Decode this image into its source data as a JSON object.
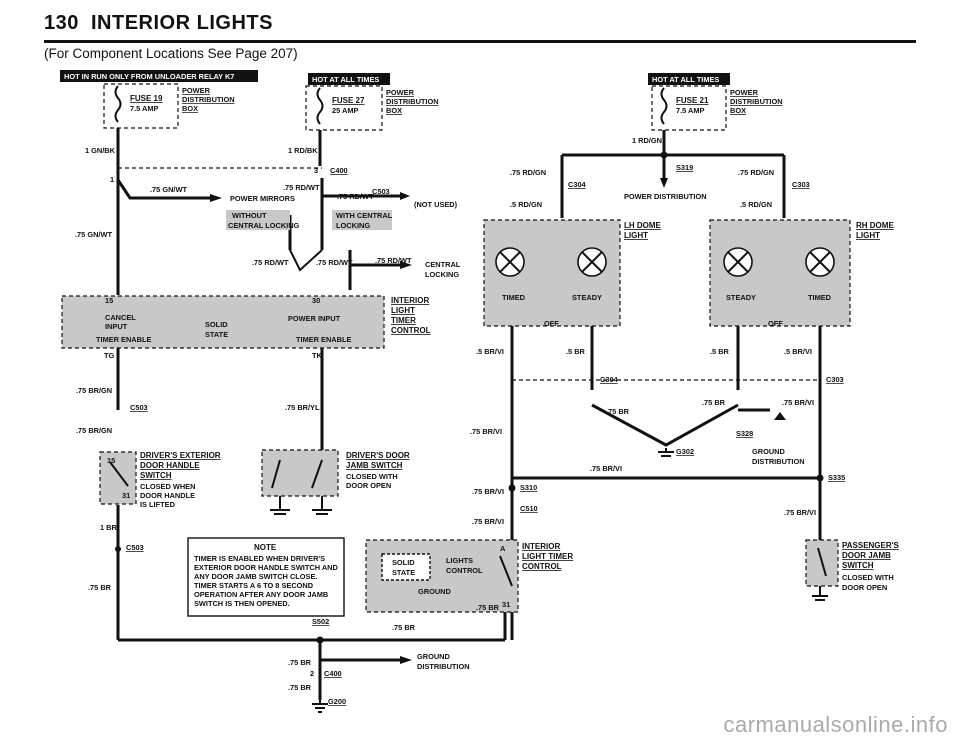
{
  "page": {
    "number": "130",
    "title": "INTERIOR LIGHTS",
    "subtitle": "(For Component Locations See Page 207)",
    "watermark": "carmanualsonline.info"
  },
  "banners": {
    "relay": "HOT IN RUN ONLY FROM UNLOADER RELAY K7",
    "hot1": "HOT AT ALL TIMES",
    "hot2": "HOT AT ALL TIMES"
  },
  "fuses": {
    "f19": {
      "name": "FUSE 19",
      "amp": "7.5 AMP"
    },
    "f27": {
      "name": "FUSE 27",
      "amp": "25 AMP"
    },
    "f21": {
      "name": "FUSE 21",
      "amp": "7.5 AMP"
    },
    "box_label": [
      "POWER",
      "DISTRIBUTION",
      "BOX"
    ]
  },
  "wires": {
    "w1": "1 GN/BK",
    "w2": "1 RD/BK",
    "w3": ".75 GN/WT",
    "w4": ".75 RD/WT",
    "w5": ".75 RD/WT",
    "w6": ".75 GN/WT",
    "w7": ".75 RD/WT",
    "w8": ".75 RD/WT",
    "w9": ".75 RD/WT",
    "w10": ".75 BR/GN",
    "w11": ".75 BR/GN",
    "w12": ".75 BR/YL",
    "w13": "1 BR",
    "w14": ".75 BR",
    "w15": ".75 BR",
    "w16": ".75 BR",
    "w17": ".75 BR",
    "w18": "1 RD/GN",
    "w19": ".75 RD/GN",
    "w20": ".75 RD/GN",
    "w21": ".5 RD/GN",
    "w22": ".5 RD/GN",
    "w23": ".5 BR/VI",
    "w24": ".5 BR",
    "w25": ".5 BR",
    "w26": ".5 BR/VI",
    "w27": ".75 BR",
    "w28": ".75 BR",
    "w29": ".75 BR/VI",
    "w30": ".75 BR/VI",
    "w31": ".75 BR/VI",
    "w32": ".75 BR/VI",
    "w33": ".75 BR/VI",
    "w34": ".75 BR/VI",
    "w35": ".75 BR"
  },
  "connectors": {
    "c400": "C400",
    "c503a": "C503",
    "c503b": "C503",
    "c503c": "C503",
    "c304a": "C304",
    "c304b": "C304",
    "c303a": "C303",
    "c303b": "C303",
    "c510": "C510",
    "c400b": "C400",
    "s319": "S319",
    "s328": "S328",
    "s310": "S310",
    "s335": "S335",
    "s502": "S502",
    "g302": "G302",
    "g200": "G200"
  },
  "labels": {
    "power_mirrors": "POWER MIRRORS",
    "not_used": "(NOT USED)",
    "without_cl": [
      "WITHOUT",
      "CENTRAL LOCKING"
    ],
    "with_cl": [
      "WITH CENTRAL",
      "LOCKING"
    ],
    "central_locking": [
      "CENTRAL",
      "LOCKING"
    ],
    "power_distribution": "POWER DISTRIBUTION",
    "ground_distribution": [
      "GROUND",
      "DISTRIBUTION"
    ],
    "ground_distribution2": [
      "GROUND",
      "DISTRIBUTION"
    ],
    "pin3": "3",
    "pin1": "1",
    "pin2": "2"
  },
  "timer_module": {
    "pin15": "15",
    "pin30": "30",
    "cancel_input": [
      "CANCEL",
      "INPUT"
    ],
    "solid_state": [
      "SOLID",
      "STATE"
    ],
    "power_input": "POWER INPUT",
    "timer_enable_l": "TIMER ENABLE",
    "timer_enable_r": "TIMER ENABLE",
    "tg": "TG",
    "tk": "TK",
    "name": [
      "INTERIOR",
      "LIGHT",
      "TIMER",
      "CONTROL"
    ]
  },
  "switches": {
    "driver_ext": [
      "DRIVER'S EXTERIOR",
      "DOOR HANDLE",
      "SWITCH"
    ],
    "driver_ext_note": [
      "CLOSED WHEN",
      "DOOR HANDLE",
      "IS LIFTED"
    ],
    "driver_ext_pins": [
      "15",
      "31"
    ],
    "driver_jamb": [
      "DRIVER'S DOOR",
      "JAMB SWITCH"
    ],
    "driver_jamb_note": [
      "CLOSED WITH",
      "DOOR OPEN"
    ],
    "pass_jamb": [
      "PASSENGER'S",
      "DOOR JAMB",
      "SWITCH"
    ],
    "pass_jamb_note": [
      "CLOSED WITH",
      "DOOR OPEN"
    ]
  },
  "domes": {
    "lh": [
      "LH DOME",
      "LIGHT"
    ],
    "rh": [
      "RH DOME",
      "LIGHT"
    ],
    "lh_modes": [
      "TIMED",
      "STEADY",
      "OFF"
    ],
    "rh_modes": [
      "STEADY",
      "TIMED",
      "OFF"
    ]
  },
  "timer2": {
    "solid_state": [
      "SOLID",
      "STATE"
    ],
    "lights_control": [
      "LIGHTS",
      "CONTROL"
    ],
    "ground": "GROUND",
    "pin_a": "A",
    "pin_31": "31",
    "name": [
      "INTERIOR",
      "LIGHT TIMER",
      "CONTROL"
    ]
  },
  "note": {
    "title": "NOTE",
    "lines": [
      "TIMER IS ENABLED WHEN DRIVER'S",
      "EXTERIOR DOOR HANDLE SWITCH AND",
      "ANY DOOR JAMB SWITCH CLOSE.",
      "TIMER STARTS A 6 TO 8 SECOND",
      "OPERATION AFTER ANY DOOR JAMB",
      "SWITCH IS THEN OPENED."
    ]
  }
}
